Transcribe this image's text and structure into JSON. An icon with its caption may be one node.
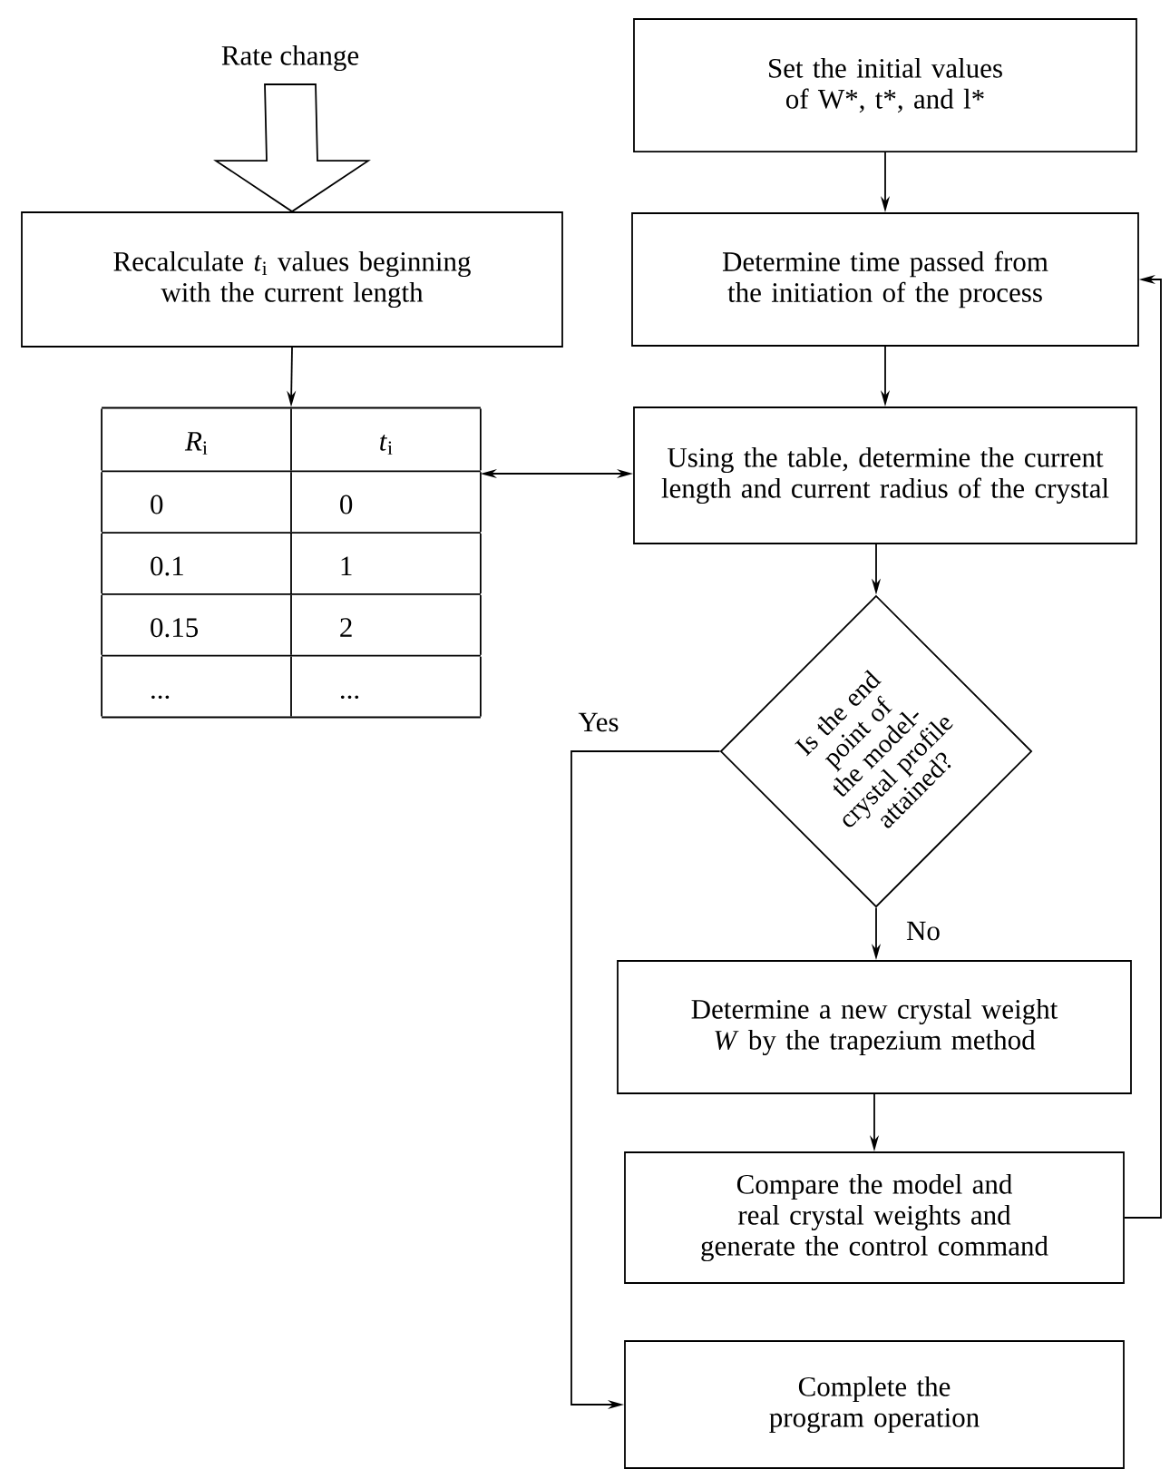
{
  "diagram": {
    "nodes": [
      {
        "text": [
          "Rate change"
        ]
      },
      {
        "text": [
          "Recalculate *t*$_{i}$ values beginning with the current length"
        ]
      },
      {
        "text": [
          "*R*$_{i}$",
          "*t*$_{i}$",
          "0",
          "0",
          "0.1",
          "1",
          "0.15",
          "2",
          "...",
          "..."
        ]
      },
      {
        "text": [
          "Set the initial values of W*, t*, and l*"
        ]
      },
      {
        "text": [
          "Determine time passed from the initiation of the process"
        ]
      },
      {
        "text": [
          "Using the table, determine the current length and current radius of the crystal"
        ]
      },
      {
        "text": [
          "Is the end point of the model-crystal profile attained?"
        ]
      },
      {
        "text": [
          "Determine a new crystal weight *W* by the trapezium method"
        ]
      },
      {
        "text": [
          "Compare the model and real crystal weights and generate the control command"
        ]
      },
      {
        "text": [
          "Complete the program operation"
        ]
      }
    ],
    "edges": [
      {
        "from": 0,
        "to": 1,
        "arrow": "to"
      },
      {
        "from": 1,
        "to": 2,
        "arrow": "to"
      },
      {
        "from": 3,
        "to": 4,
        "arrow": "to"
      },
      {
        "from": 4,
        "to": 5,
        "arrow": "to"
      },
      {
        "from": 2,
        "to": 5,
        "arrow": "both"
      },
      {
        "from": 5,
        "to": 6,
        "arrow": "to"
      },
      {
        "from": 6,
        "to": 9,
        "arrow": "to",
        "label": "Yes"
      },
      {
        "from": 6,
        "to": 7,
        "arrow": "to",
        "label": "No"
      },
      {
        "from": 7,
        "to": 8,
        "arrow": "to"
      },
      {
        "from": 8,
        "to": 4,
        "arrow": "to"
      }
    ]
  }
}
